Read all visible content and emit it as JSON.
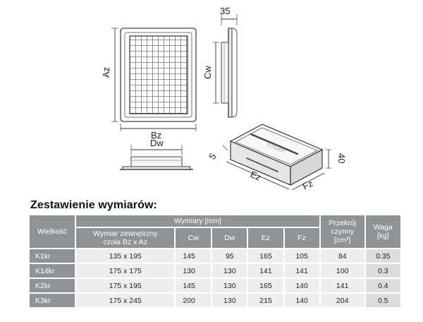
{
  "drawing": {
    "labels": {
      "az": "Az",
      "bz": "Bz",
      "cw": "Cw",
      "dw": "Dw",
      "depth": "35",
      "ez": "Ez",
      "fz": "Fz",
      "height": "40",
      "wall": "5",
      "brand": "STERA"
    }
  },
  "section_title": "Zestawienie wymiarów:",
  "table": {
    "headers": {
      "size": "Wielkość",
      "dimensions": "Wymiary [mm]",
      "outer_line1": "Wymiar zewnętrzny",
      "outer_line2": "czoła Bz x Az",
      "cw": "Cw",
      "dw": "Dw",
      "ez": "Ez",
      "fz": "Fz",
      "section_line1": "Przekrój",
      "section_line2": "czynny",
      "section_line3": "[cm²]",
      "weight_line1": "Waga",
      "weight_line2": "[kg]"
    },
    "rows": [
      {
        "name": "K1kr",
        "outer": "135 x 195",
        "cw": "145",
        "dw": "95",
        "ez": "165",
        "fz": "105",
        "section": "84",
        "weight": "0.35"
      },
      {
        "name": "K14kr",
        "outer": "175 x 175",
        "cw": "130",
        "dw": "130",
        "ez": "141",
        "fz": "141",
        "section": "100",
        "weight": "0.3"
      },
      {
        "name": "K2kr",
        "outer": "175 x 195",
        "cw": "145",
        "dw": "130",
        "ez": "165",
        "fz": "140",
        "section": "141",
        "weight": "0.4"
      },
      {
        "name": "K3kr",
        "outer": "175 x 245",
        "cw": "200",
        "dw": "130",
        "ez": "215",
        "fz": "140",
        "section": "204",
        "weight": "0.5"
      }
    ]
  }
}
